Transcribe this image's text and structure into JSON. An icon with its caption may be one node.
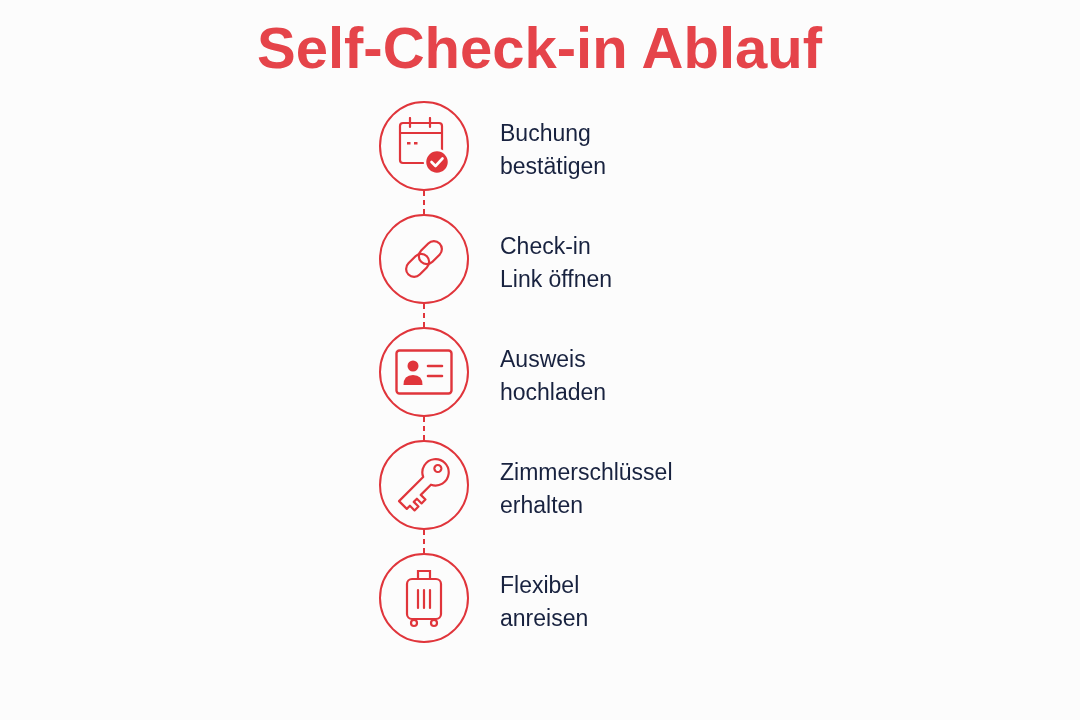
{
  "diagram": {
    "title": "Self-Check-in Ablauf",
    "nodes": [
      {
        "text": [],
        "shape": "circle",
        "beside": [
          "Buchung bestätigen"
        ]
      },
      {
        "text": [],
        "shape": "circle",
        "beside": [
          "Check-in Link öffnen"
        ]
      },
      {
        "text": [],
        "shape": "circle",
        "beside": [
          "Ausweis hochladen"
        ]
      },
      {
        "text": [],
        "shape": "circle",
        "beside": [
          "Zimmerschlüssel erhalten"
        ]
      },
      {
        "text": [],
        "shape": "circle",
        "beside": [
          "Flexibel anreisen"
        ]
      }
    ],
    "edges": [
      {
        "from": 0,
        "to": 1,
        "arrow": "none",
        "style": "dashed"
      },
      {
        "from": 1,
        "to": 2,
        "arrow": "none",
        "style": "dashed"
      },
      {
        "from": 2,
        "to": 3,
        "arrow": "none",
        "style": "dashed"
      },
      {
        "from": 3,
        "to": 4,
        "arrow": "none",
        "style": "dashed"
      }
    ]
  }
}
